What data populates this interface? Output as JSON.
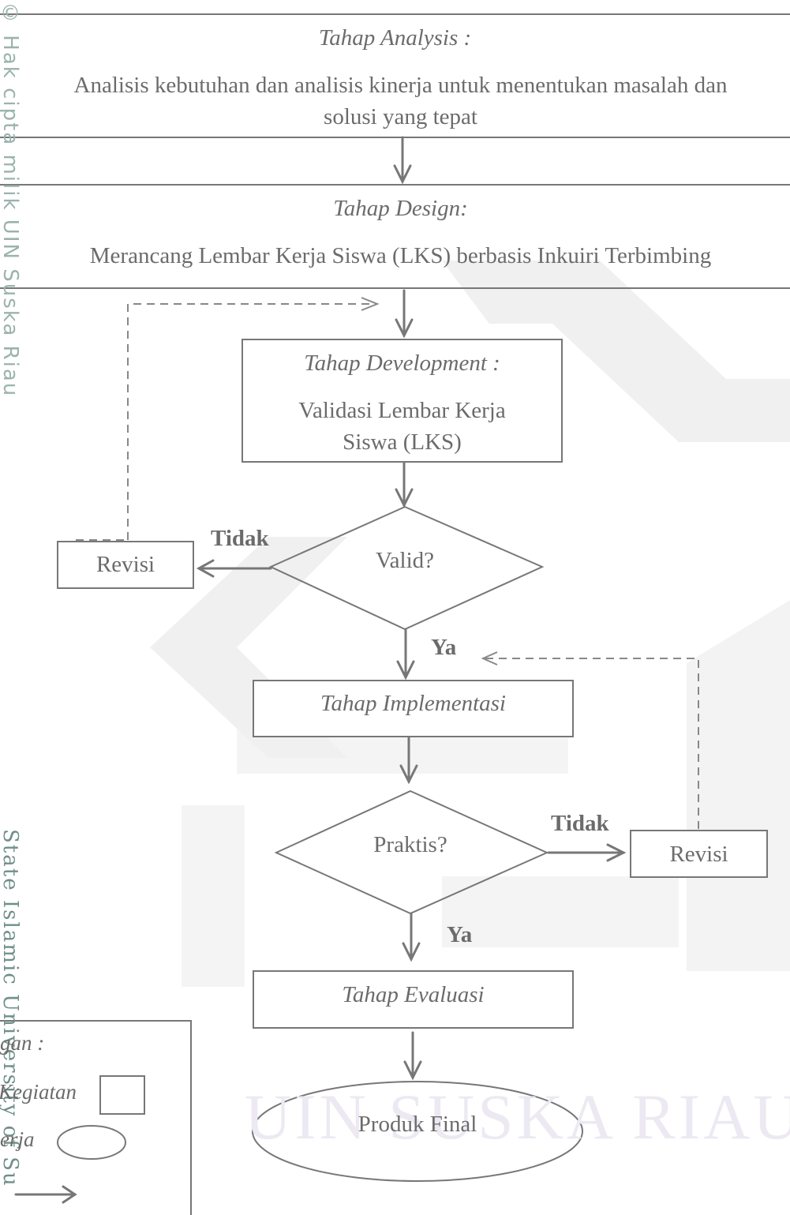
{
  "watermark": {
    "vertical_top": "© Hak cipta milik UIN Suska Riau",
    "vertical_bottom": "State Islamic University of Su",
    "banner": "UIN SUSKA RIAU"
  },
  "analysis": {
    "title": "Tahap Analysis :",
    "line1": "Analisis kebutuhan dan analisis kinerja untuk menentukan masalah dan",
    "line2": "solusi yang tepat"
  },
  "design": {
    "title": "Tahap Design:",
    "text": "Merancang Lembar Kerja Siswa (LKS) berbasis Inkuiri Terbimbing"
  },
  "development": {
    "title": "Tahap Development :",
    "line1": "Validasi Lembar Kerja",
    "line2": "Siswa (LKS)"
  },
  "valid_decision": {
    "label": "Valid?",
    "no_label": "Tidak",
    "yes_label": "Ya"
  },
  "revisi_1": {
    "label": "Revisi"
  },
  "implementation": {
    "title": "Tahap Implementasi"
  },
  "practical_decision": {
    "label": "Praktis?",
    "no_label": "Tidak",
    "yes_label": "Ya"
  },
  "revisi_2": {
    "label": "Revisi"
  },
  "evaluation": {
    "title": "Tahap Evaluasi"
  },
  "final": {
    "label": "Produk Final"
  },
  "legend": {
    "title": "gan :",
    "kegiatan": "Kegiatan",
    "kerja": "erja"
  },
  "colors": {
    "stroke": "#777777",
    "text": "#6b6b6b",
    "watermark": "#9bb3ad"
  }
}
